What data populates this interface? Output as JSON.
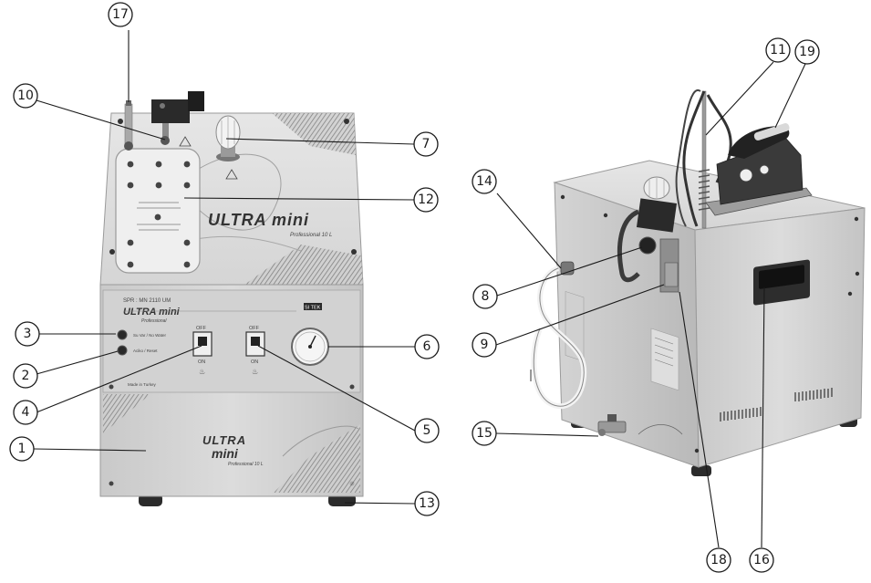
{
  "callouts": {
    "c1": "1",
    "c2": "2",
    "c3": "3",
    "c4": "4",
    "c5": "5",
    "c6": "6",
    "c7": "7",
    "c8": "8",
    "c9": "9",
    "c10": "10",
    "c11": "11",
    "c12": "12",
    "c13": "13",
    "c14": "14",
    "c15": "15",
    "c16": "16",
    "c17": "17",
    "c18": "18",
    "c19": "19"
  },
  "front_panel": {
    "model": "SPR : MN 2110 UM",
    "brand_small": "ULTRA mini",
    "sub_small": "Professional",
    "badge": "SI TEK",
    "label_top": "Su Var / No Water",
    "label_bottom": "Aciko / Reset",
    "switch_off": "OFF",
    "switch_on": "ON",
    "made_in": "Made in Turkey",
    "lid_brand": "ULTRA mini",
    "lid_sub": "Professional 10 L",
    "body_brand_top": "ULTRA",
    "body_brand_bottom": "mini",
    "body_sub": "Professional 10 L"
  }
}
